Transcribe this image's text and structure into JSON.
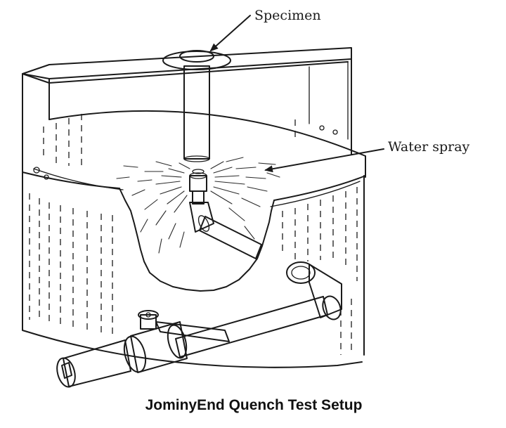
{
  "labels": {
    "specimen": "Specimen",
    "water_spray": "Water spray"
  },
  "caption": "JominyEnd Quench Test Setup",
  "colors": {
    "ink": "#1a1a1a",
    "specimen_fill": "#8a8a8a",
    "background": "#ffffff"
  }
}
